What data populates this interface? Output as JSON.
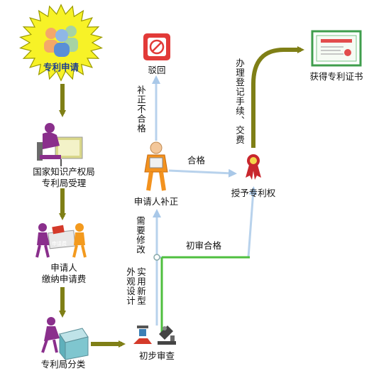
{
  "colors": {
    "olive": "#7f7f16",
    "green": "#4fbf3f",
    "light_blue": "#a9c8e8",
    "burst_fill": "#f7f227",
    "burst_stroke": "#9a9a00",
    "reject_red": "#e23a38",
    "cert_green": "#3f9e4d",
    "ribbon_red": "#c8262d"
  },
  "icons": {
    "applicants": "people-group-icon",
    "office": "office-worker-icon",
    "fee": "carry-box-icon",
    "classify": "sort-box-icon",
    "exam": "lab-microscope-icon",
    "patch": "person-icon",
    "grant": "ribbon-seal-icon",
    "reject": "reject-stamp-icon",
    "cert": "certificate-icon"
  },
  "nodes": {
    "apply": "专利申请",
    "accept_line1": "国家知识产权局",
    "accept_line2": "专利局受理",
    "fee_line1": "申请人",
    "fee_line2": "缴纳申请费",
    "classify": "专利局分类",
    "prelim": "初步审查",
    "patch": "申请人补正",
    "grant": "授予专利权",
    "reject": "驳回",
    "cert": "获得专利证书"
  },
  "edges": {
    "not_qualified": "补正不合格",
    "qualified": "合格",
    "needs_revision": "需要修改",
    "prelim_pass": "初审合格",
    "types": "外观设计",
    "types2": "实用新型",
    "register": "办理登记手续、交费"
  },
  "mini": {
    "fee_paper": "申请费"
  }
}
